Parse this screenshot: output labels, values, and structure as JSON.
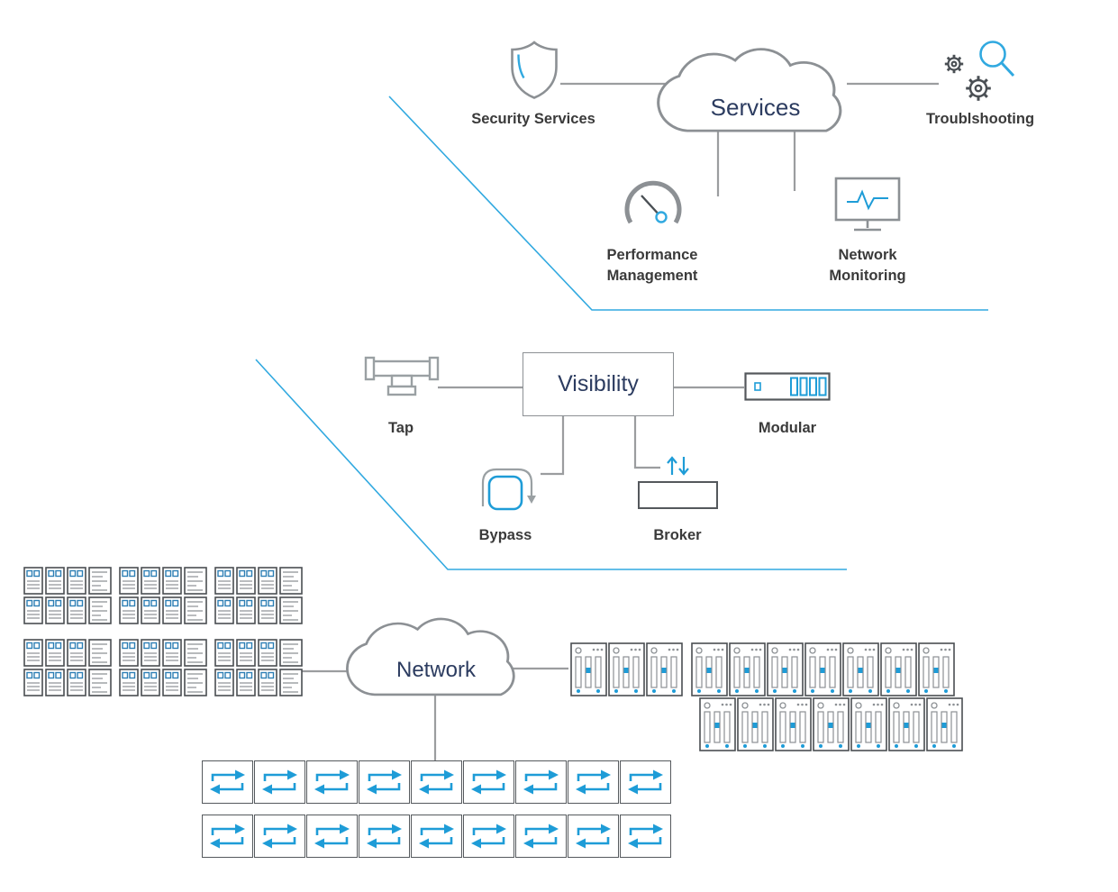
{
  "colors": {
    "outline_gray": "#8c9094",
    "connector_gray": "#9b9d9f",
    "unit_dark": "#4a4e52",
    "accent_blue": "#1e9cd7",
    "magnifier_blue": "#31a9e0",
    "title_navy": "#2c3c60",
    "label_dark": "#3a3a3a"
  },
  "services": {
    "title": "Services",
    "security_label": "Security Services",
    "troubleshooting_label": "Troublshooting",
    "performance_line1": "Performance",
    "performance_line2": "Management",
    "monitoring_line1": "Network",
    "monitoring_line2": "Monitoring"
  },
  "visibility": {
    "title": "Visibility",
    "tap_label": "Tap",
    "modular_label": "Modular",
    "bypass_label": "Bypass",
    "broker_label": "Broker"
  },
  "network": {
    "title": "Network",
    "server_group_count": 6,
    "device_row1_groups": [
      3,
      7
    ],
    "device_row2_groups": [
      7
    ],
    "switch_rows": [
      9,
      9
    ]
  },
  "icons": {
    "security": "shield-icon",
    "troubleshooting": "gears-magnifier-icon",
    "performance": "gauge-icon",
    "monitoring": "monitor-pulse-icon",
    "tap": "tap-icon",
    "modular": "modular-chassis-icon",
    "bypass": "bypass-icon",
    "broker": "broker-up-down-arrows-icon",
    "servers": "server-rack-icon",
    "devices": "device-chassis-icon",
    "switches": "switch-arrows-icon",
    "cloud": "cloud-icon"
  }
}
